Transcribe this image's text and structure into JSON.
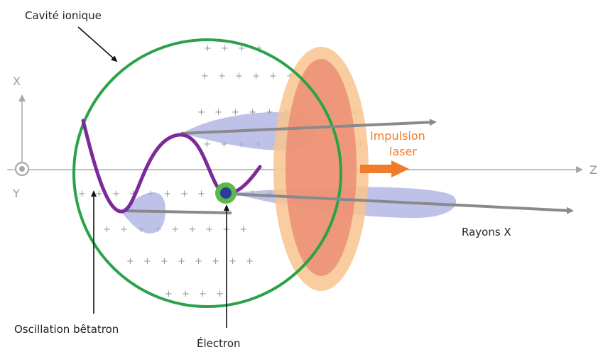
{
  "labels": {
    "ion_cavity": "Cavité ionique",
    "laser_pulse_line1": "Impulsion",
    "laser_pulse_line2": "laser",
    "x_rays": "Rayons X",
    "betatron": "Oscillation bêtatron",
    "electron": "Électron"
  },
  "axes": {
    "x": "X",
    "y": "Y",
    "z": "Z"
  },
  "ion_charges": {
    "symbol": "+",
    "rows": [
      "+ + + +",
      "+ + + + + + +",
      "+ + + + + + + + + +",
      "+ + + + + + + + + +",
      "+ + + + + + + + + + + +",
      "+ + + + + + + + +",
      "+ + + + + + + +",
      "+ + + +"
    ]
  },
  "colors": {
    "cavity": "#2aa24a",
    "betatron": "#7b2a9a",
    "electron_core": "#2c3d99",
    "electron_ring": "#5cb848",
    "laser_outer": "#f8c48e",
    "laser_inner": "#ec8a72",
    "laser_arrow": "#f07c2a",
    "xray_lobe": "#a8aee0",
    "ray_arrow": "#8a8a8a",
    "axis": "#a8a8a8"
  }
}
